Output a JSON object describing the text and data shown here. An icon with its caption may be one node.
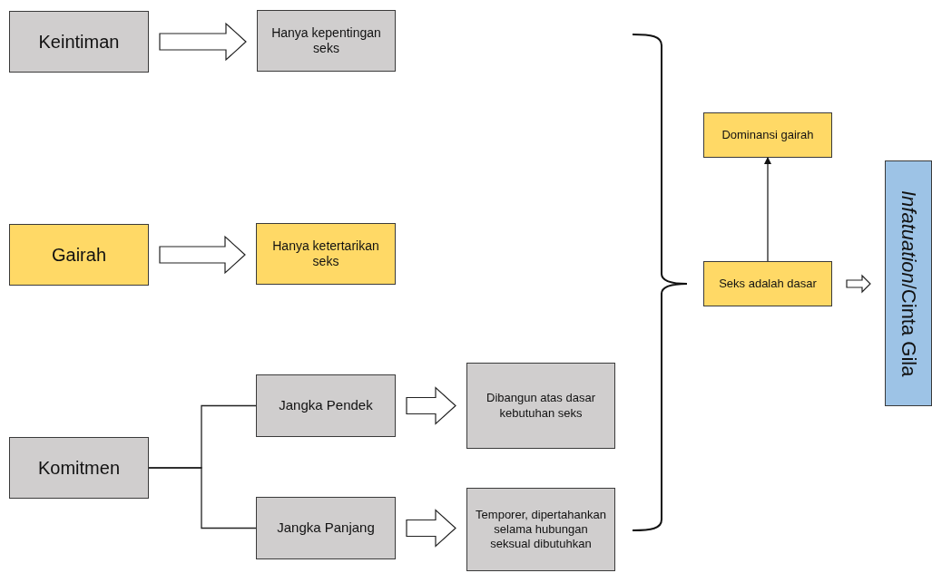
{
  "diagram": {
    "nodes": [
      {
        "text": [
          "Keintiman"
        ]
      },
      {
        "text": [
          "Hanya kepentingan seks"
        ]
      },
      {
        "text": [
          "Gairah"
        ]
      },
      {
        "text": [
          "Hanya ketertarikan seks"
        ]
      },
      {
        "text": [
          "Komitmen"
        ]
      },
      {
        "text": [
          "Jangka Pendek"
        ]
      },
      {
        "text": [
          "Jangka Panjang"
        ]
      },
      {
        "text": [
          "Dibangun atas dasar kebutuhan seks"
        ]
      },
      {
        "text": [
          "Temporer, dipertahankan selama hubungan seksual dibutuhkan"
        ]
      },
      {
        "text": [
          "Dominansi gairah"
        ]
      },
      {
        "text": [
          "Seks adalah dasar"
        ]
      },
      {
        "text": [
          "*Infatuation*/Cinta Gila"
        ]
      }
    ],
    "edges": [
      {
        "from": 0,
        "to": 1,
        "arrow": "to"
      },
      {
        "from": 2,
        "to": 3,
        "arrow": "to"
      },
      {
        "from": 4,
        "to": 5,
        "arrow": "none"
      },
      {
        "from": 4,
        "to": 6,
        "arrow": "none"
      },
      {
        "from": 5,
        "to": 7,
        "arrow": "to"
      },
      {
        "from": 6,
        "to": 8,
        "arrow": "to"
      },
      {
        "from": 10,
        "to": 9,
        "arrow": "to"
      },
      {
        "from": 10,
        "to": 11,
        "arrow": "to"
      }
    ]
  }
}
